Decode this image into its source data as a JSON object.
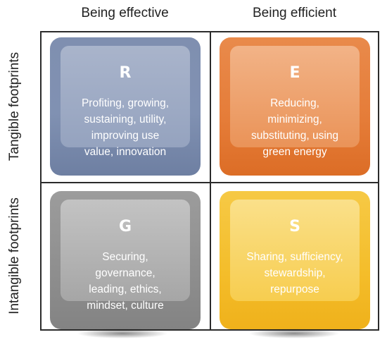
{
  "columns": [
    "Being effective",
    "Being efficient"
  ],
  "rows": [
    "Tangible footprints",
    "Intangible footprints"
  ],
  "quadrants": [
    {
      "letter": "R",
      "lines": [
        "Profiting, growing,",
        "sustaining, utility,",
        "improving use",
        "value, innovation"
      ],
      "color": "#8091b2"
    },
    {
      "letter": "E",
      "lines": [
        "Reducing,",
        "minimizing,",
        "substituting, using",
        "green energy"
      ],
      "color": "#e57c38"
    },
    {
      "letter": "G",
      "lines": [
        "Securing,",
        "governance,",
        "leading, ethics,",
        "mindset, culture"
      ],
      "color": "#8e8e8e"
    },
    {
      "letter": "S",
      "lines": [
        "Sharing, sufficiency,",
        "stewardship,",
        "repurpose"
      ],
      "color": "#f4bd2a"
    }
  ]
}
